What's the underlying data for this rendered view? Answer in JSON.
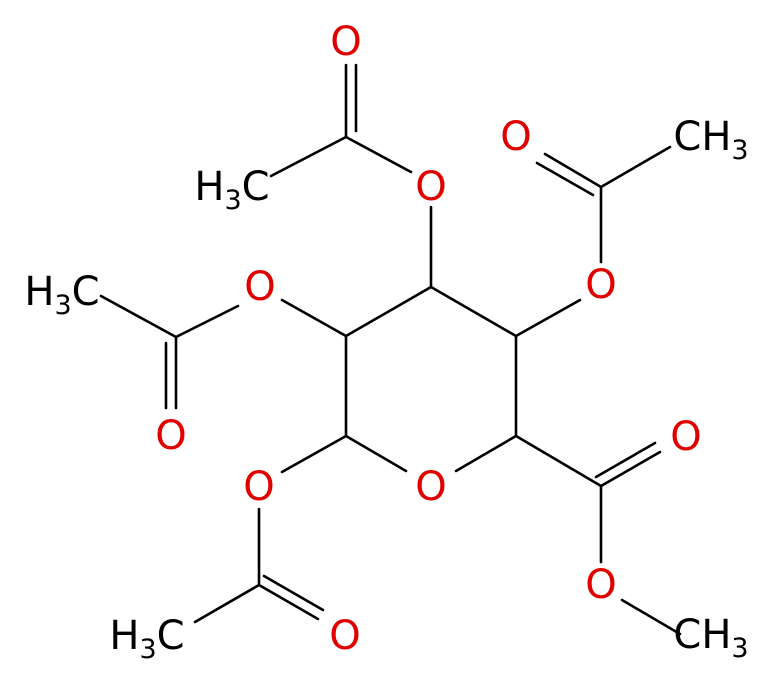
{
  "colors": {
    "bond": "#000000",
    "oxygen": "#e00000",
    "carbon": "#000000"
  },
  "atoms": [
    {
      "id": "o_ring",
      "text": "O",
      "color": "oxygen"
    },
    {
      "id": "o1",
      "text": "O",
      "color": "oxygen"
    },
    {
      "id": "o1_carbonyl",
      "text": "O",
      "color": "oxygen"
    },
    {
      "id": "ch3_1",
      "text": "H",
      "sub": "3",
      "tail": "C",
      "color": "carbon"
    },
    {
      "id": "o2",
      "text": "O",
      "color": "oxygen"
    },
    {
      "id": "o2_carbonyl",
      "text": "O",
      "color": "oxygen"
    },
    {
      "id": "ch3_2",
      "text": "H",
      "sub": "3",
      "tail": "C",
      "color": "carbon"
    },
    {
      "id": "o3",
      "text": "O",
      "color": "oxygen"
    },
    {
      "id": "o3_carbonyl",
      "text": "O",
      "color": "oxygen"
    },
    {
      "id": "ch3_3",
      "text": "H",
      "sub": "3",
      "tail": "C",
      "color": "carbon"
    },
    {
      "id": "o4",
      "text": "O",
      "color": "oxygen"
    },
    {
      "id": "o4_carbonyl",
      "text": "O",
      "color": "oxygen"
    },
    {
      "id": "ch3_4",
      "text": "CH",
      "sub": "3",
      "tail": "",
      "color": "carbon"
    },
    {
      "id": "ester_carbonyl",
      "text": "O",
      "color": "oxygen"
    },
    {
      "id": "ester_o",
      "text": "O",
      "color": "oxygen"
    },
    {
      "id": "ch3_5",
      "text": "CH",
      "sub": "3",
      "tail": "",
      "color": "carbon"
    }
  ]
}
